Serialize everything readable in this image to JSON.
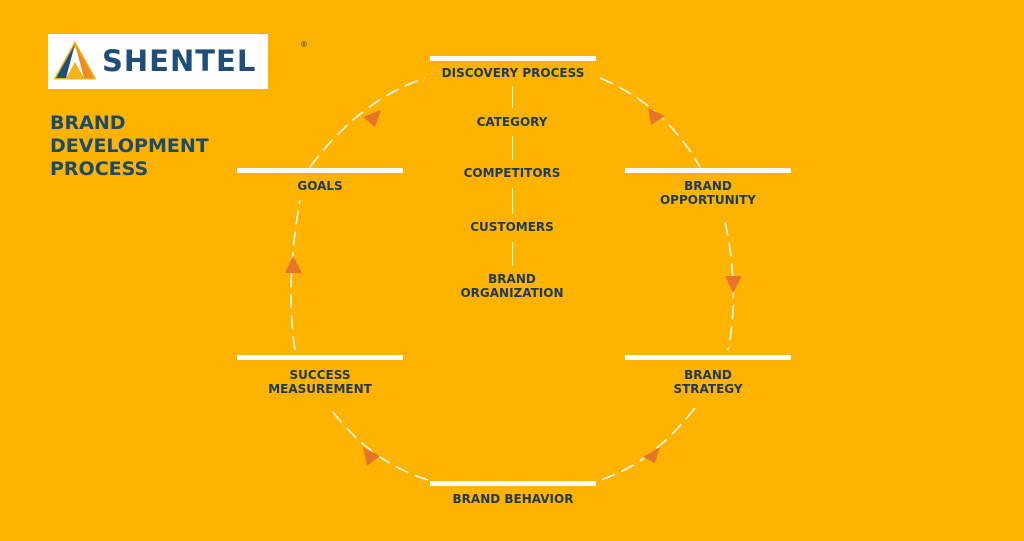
{
  "logo": {
    "text": "SHENTEL",
    "registered": "®",
    "icon": "shentel-triangle-logo-icon",
    "colors": {
      "blue": "#1F4F78",
      "orange": "#F08A24",
      "gold": "#F4B21B"
    }
  },
  "title": {
    "line1": "BRAND",
    "line2": "DEVELOPMENT",
    "line3": "PROCESS"
  },
  "cycle": {
    "discovery": "DISCOVERY PROCESS",
    "opportunity_line1": "BRAND",
    "opportunity_line2": "OPPORTUNITY",
    "strategy_line1": "BRAND",
    "strategy_line2": "STRATEGY",
    "behavior": "BRAND BEHAVIOR",
    "success_line1": "SUCCESS",
    "success_line2": "MEASUREMENT",
    "goals": "GOALS"
  },
  "discovery_steps": {
    "category": "CATEGORY",
    "competitors": "COMPETITORS",
    "customers": "CUSTOMERS",
    "organization_line1": "BRAND",
    "organization_line2": "ORGANIZATION"
  },
  "colors": {
    "background": "#FDB300",
    "arrow": "#E8742A",
    "text": "#1E3A56",
    "bar": "#FFFFFF"
  }
}
